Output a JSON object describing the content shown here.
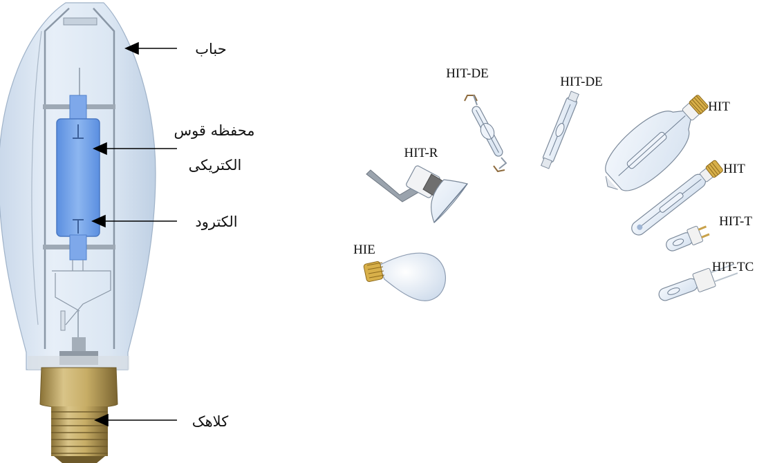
{
  "bulb_diagram": {
    "labels": {
      "bulb": "حباب",
      "arc_tube_line1": "محفظه قوس",
      "arc_tube_line2": "الکتریکی",
      "electrode": "الکترود",
      "cap": "کلاهک"
    }
  },
  "lamp_types": [
    {
      "name": "HIT-DE",
      "icon": "double-ended-lamp-icon"
    },
    {
      "name": "HIT-DE",
      "icon": "linear-double-ended-lamp-icon"
    },
    {
      "name": "HIT",
      "icon": "ovoid-lamp-icon"
    },
    {
      "name": "HIT-R",
      "icon": "reflector-lamp-icon"
    },
    {
      "name": "HIT",
      "icon": "tubular-lamp-icon"
    },
    {
      "name": "HIT-T",
      "icon": "compact-lamp-icon"
    },
    {
      "name": "HIE",
      "icon": "elliptical-lamp-icon"
    },
    {
      "name": "HIT-TC",
      "icon": "capsule-lamp-icon"
    }
  ],
  "colors": {
    "glass": "#dfe9f4",
    "arc_tube": "#6f9ee6",
    "cap_gold": "#b9a060",
    "arrow": "#000000"
  }
}
